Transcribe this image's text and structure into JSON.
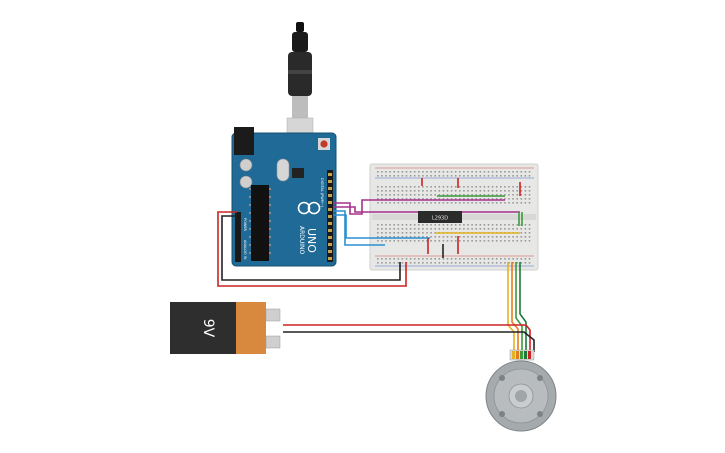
{
  "arduino": {
    "brand": "ARDUINO",
    "model": "UNO",
    "header_labels": {
      "aref": "AREF",
      "gnd": "GND",
      "digital": "DIGITAL (PWM~)",
      "power": "POWER",
      "analog": "ANALOG IN"
    }
  },
  "driver_chip": {
    "label": "L293D"
  },
  "battery": {
    "label": "9V"
  },
  "colors": {
    "arduino_board": "#1f6a96",
    "breadboard": "#e7e7e5",
    "battery_body": "#2e2e2e",
    "battery_terminal": "#d8893d",
    "motor": "#9aa0a3",
    "wire_red": "#cc2222",
    "wire_black": "#222222",
    "wire_magenta": "#a6308c",
    "wire_green": "#3b9a3b",
    "wire_blue": "#2a8fd0",
    "wire_yellow": "#e3b320",
    "wire_orange": "#e77b1f",
    "wire_dark_green": "#1d7a3a"
  }
}
